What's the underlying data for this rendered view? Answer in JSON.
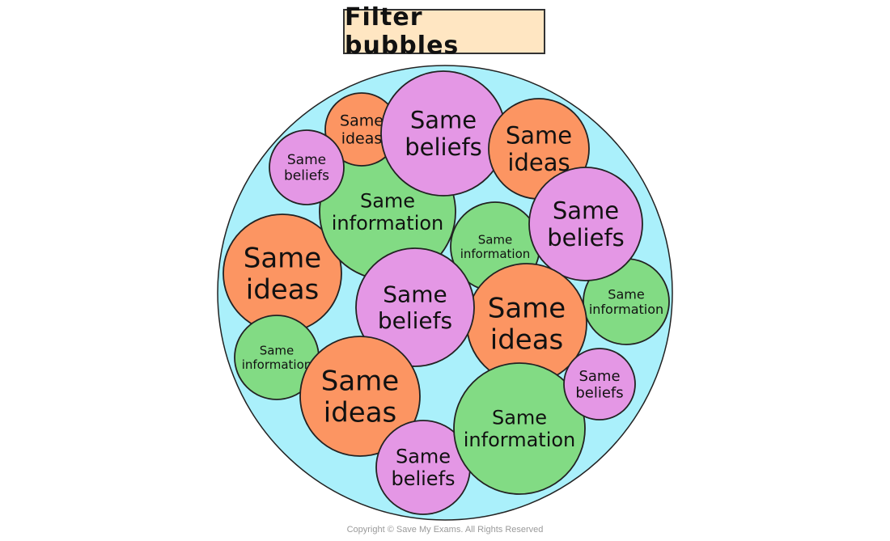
{
  "title": "Filter bubbles",
  "copyright": "Copyright © Save My Exams. All Rights Reserved",
  "colors": {
    "outer": "#aaf0fb",
    "ideas": "#fc9562",
    "beliefs": "#e497e5",
    "information": "#82db84",
    "stroke": "#222222"
  },
  "bubbles": [
    {
      "type": "ideas",
      "lines": [
        "Same",
        "ideas"
      ]
    },
    {
      "type": "information",
      "lines": [
        "Same",
        "information"
      ]
    },
    {
      "type": "ideas",
      "lines": [
        "Same",
        "ideas"
      ]
    },
    {
      "type": "beliefs",
      "lines": [
        "Same",
        "beliefs"
      ]
    },
    {
      "type": "beliefs",
      "lines": [
        "Same",
        "beliefs"
      ]
    },
    {
      "type": "ideas",
      "lines": [
        "Same",
        "ideas"
      ]
    },
    {
      "type": "information",
      "lines": [
        "Same",
        "information"
      ]
    },
    {
      "type": "information",
      "lines": [
        "Same",
        "information"
      ]
    },
    {
      "type": "beliefs",
      "lines": [
        "Same",
        "beliefs"
      ]
    },
    {
      "type": "ideas",
      "lines": [
        "Same",
        "ideas"
      ]
    },
    {
      "type": "beliefs",
      "lines": [
        "Same",
        "beliefs"
      ]
    },
    {
      "type": "information",
      "lines": [
        "Same",
        "information"
      ]
    },
    {
      "type": "ideas",
      "lines": [
        "Same",
        "ideas"
      ]
    },
    {
      "type": "beliefs",
      "lines": [
        "Same",
        "beliefs"
      ]
    },
    {
      "type": "information",
      "lines": [
        "Same",
        "information"
      ]
    },
    {
      "type": "beliefs",
      "lines": [
        "Same",
        "beliefs"
      ]
    }
  ]
}
